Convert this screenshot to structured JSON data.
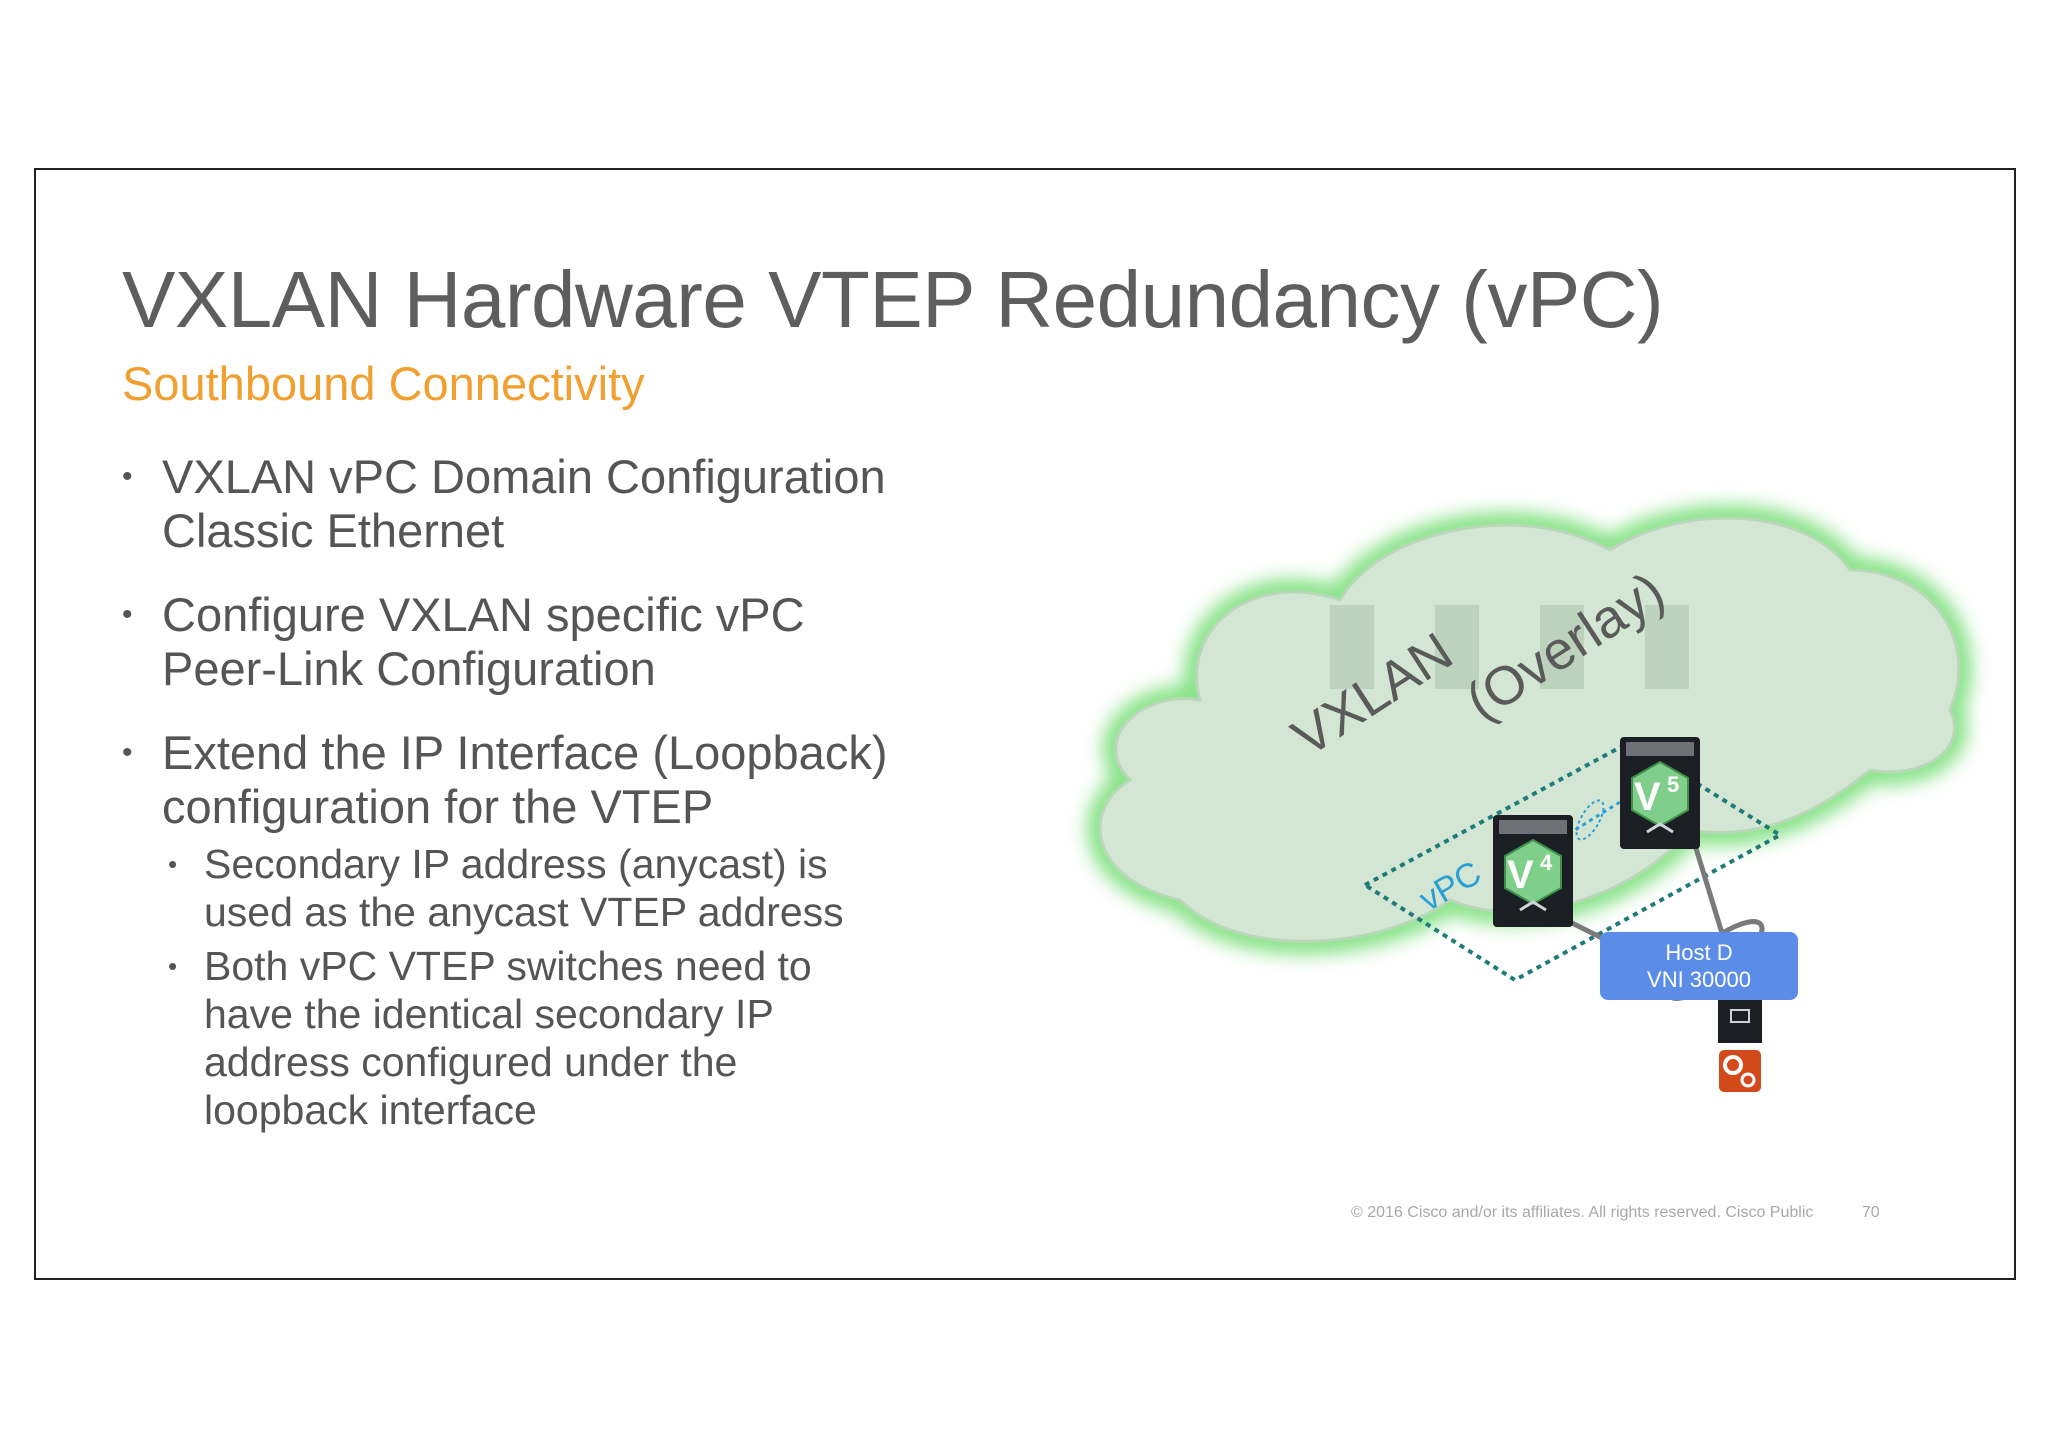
{
  "slide": {
    "title": "VXLAN Hardware VTEP Redundancy (vPC)",
    "subtitle": "Southbound Connectivity",
    "bullets": [
      {
        "lines": [
          "VXLAN vPC Domain Configuration",
          "Classic Ethernet"
        ]
      },
      {
        "lines": [
          "Configure VXLAN specific vPC",
          "Peer-Link Configuration"
        ]
      },
      {
        "lines": [
          "Extend the IP Interface (Loopback)",
          "configuration for the VTEP"
        ]
      }
    ],
    "subbullets": [
      {
        "lines": [
          "Secondary IP address (anycast) is",
          "used as the anycast VTEP address"
        ]
      },
      {
        "lines": [
          "Both vPC VTEP switches need to",
          "have the identical secondary IP",
          "address configured under the",
          "loopback interface"
        ]
      }
    ],
    "bullet_glyph": "•"
  },
  "diagram": {
    "cloud_label_1": "VXLAN",
    "cloud_label_2": "(Overlay)",
    "vpc_label": "vPC",
    "vtep_a_letter": "V",
    "vtep_a_number": "4",
    "vtep_b_letter": "V",
    "vtep_b_number": "5",
    "host_name": "Host D",
    "host_vni": "VNI 30000",
    "colors": {
      "cloud_fill": "#d3e6d3",
      "cloud_glow": "#7ee07e",
      "hex_fill": "#7fcf8a",
      "vpc": "#1f7a7a",
      "vpc_label": "#2a9fd6",
      "host": "#5b8de8",
      "app_icon": "#d24a1a"
    }
  },
  "footer": {
    "copyright": "© 2016  Cisco and/or its affiliates. All rights reserved.   Cisco Public",
    "page": "70"
  }
}
